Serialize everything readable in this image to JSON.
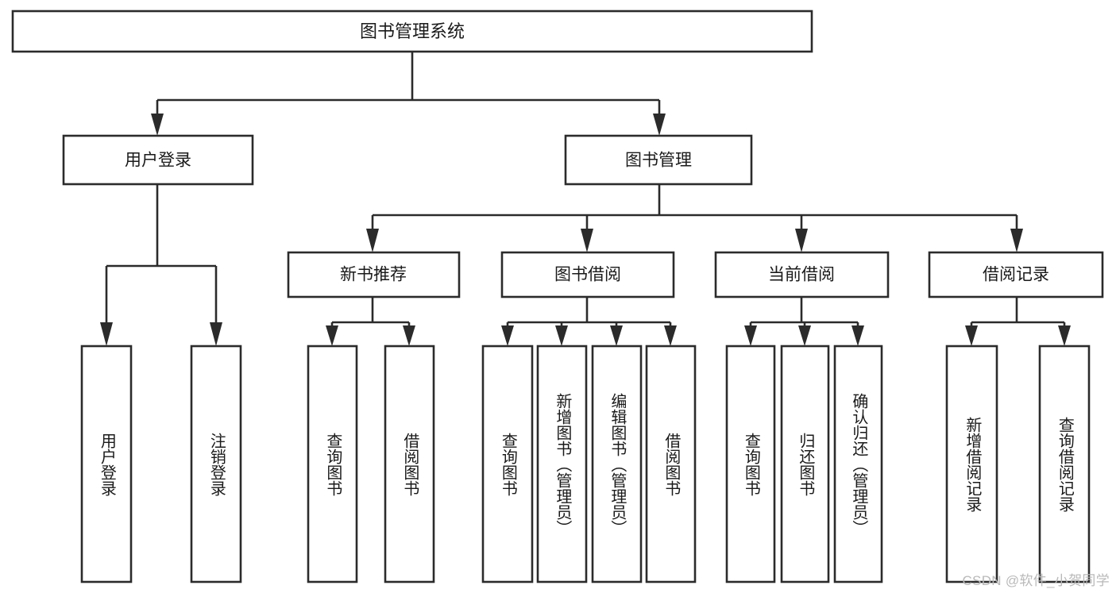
{
  "diagram": {
    "type": "tree-hierarchy",
    "orientation": "top-down",
    "title": "图书管理系统",
    "watermark": "CSDN @软件_小贺同学",
    "colors": {
      "stroke": "#2b2b2b",
      "fill": "#ffffff",
      "text": "#1a1a1a",
      "watermark": "#b9b9b9"
    },
    "root": {
      "id": "root",
      "label": "图书管理系统"
    },
    "level2": [
      {
        "id": "user-login",
        "label": "用户登录"
      },
      {
        "id": "book-manage",
        "label": "图书管理"
      }
    ],
    "level3": [
      {
        "id": "new-book-recommend",
        "label": "新书推荐"
      },
      {
        "id": "book-borrow",
        "label": "图书借阅"
      },
      {
        "id": "current-borrow",
        "label": "当前借阅"
      },
      {
        "id": "borrow-record",
        "label": "借阅记录"
      }
    ],
    "leaves": {
      "user-login": [
        {
          "id": "leaf-user-login",
          "label": "用户登录"
        },
        {
          "id": "leaf-logout-login",
          "label": "注销登录"
        }
      ],
      "new-book-recommend": [
        {
          "id": "leaf-query-book-1",
          "label": "查询图书"
        },
        {
          "id": "leaf-borrow-book-1",
          "label": "借阅图书"
        }
      ],
      "book-borrow": [
        {
          "id": "leaf-query-book-2",
          "label": "查询图书"
        },
        {
          "id": "leaf-add-book",
          "label": "新增图书（管理员）"
        },
        {
          "id": "leaf-edit-book",
          "label": "编辑图书（管理员）"
        },
        {
          "id": "leaf-borrow-book-2",
          "label": "借阅图书"
        }
      ],
      "current-borrow": [
        {
          "id": "leaf-query-book-3",
          "label": "查询图书"
        },
        {
          "id": "leaf-return-book",
          "label": "归还图书"
        },
        {
          "id": "leaf-confirm-return",
          "label": "确认归还（管理员）"
        }
      ],
      "borrow-record": [
        {
          "id": "leaf-add-record",
          "label": "新增借阅记录"
        },
        {
          "id": "leaf-query-record",
          "label": "查询借阅记录"
        }
      ]
    }
  }
}
